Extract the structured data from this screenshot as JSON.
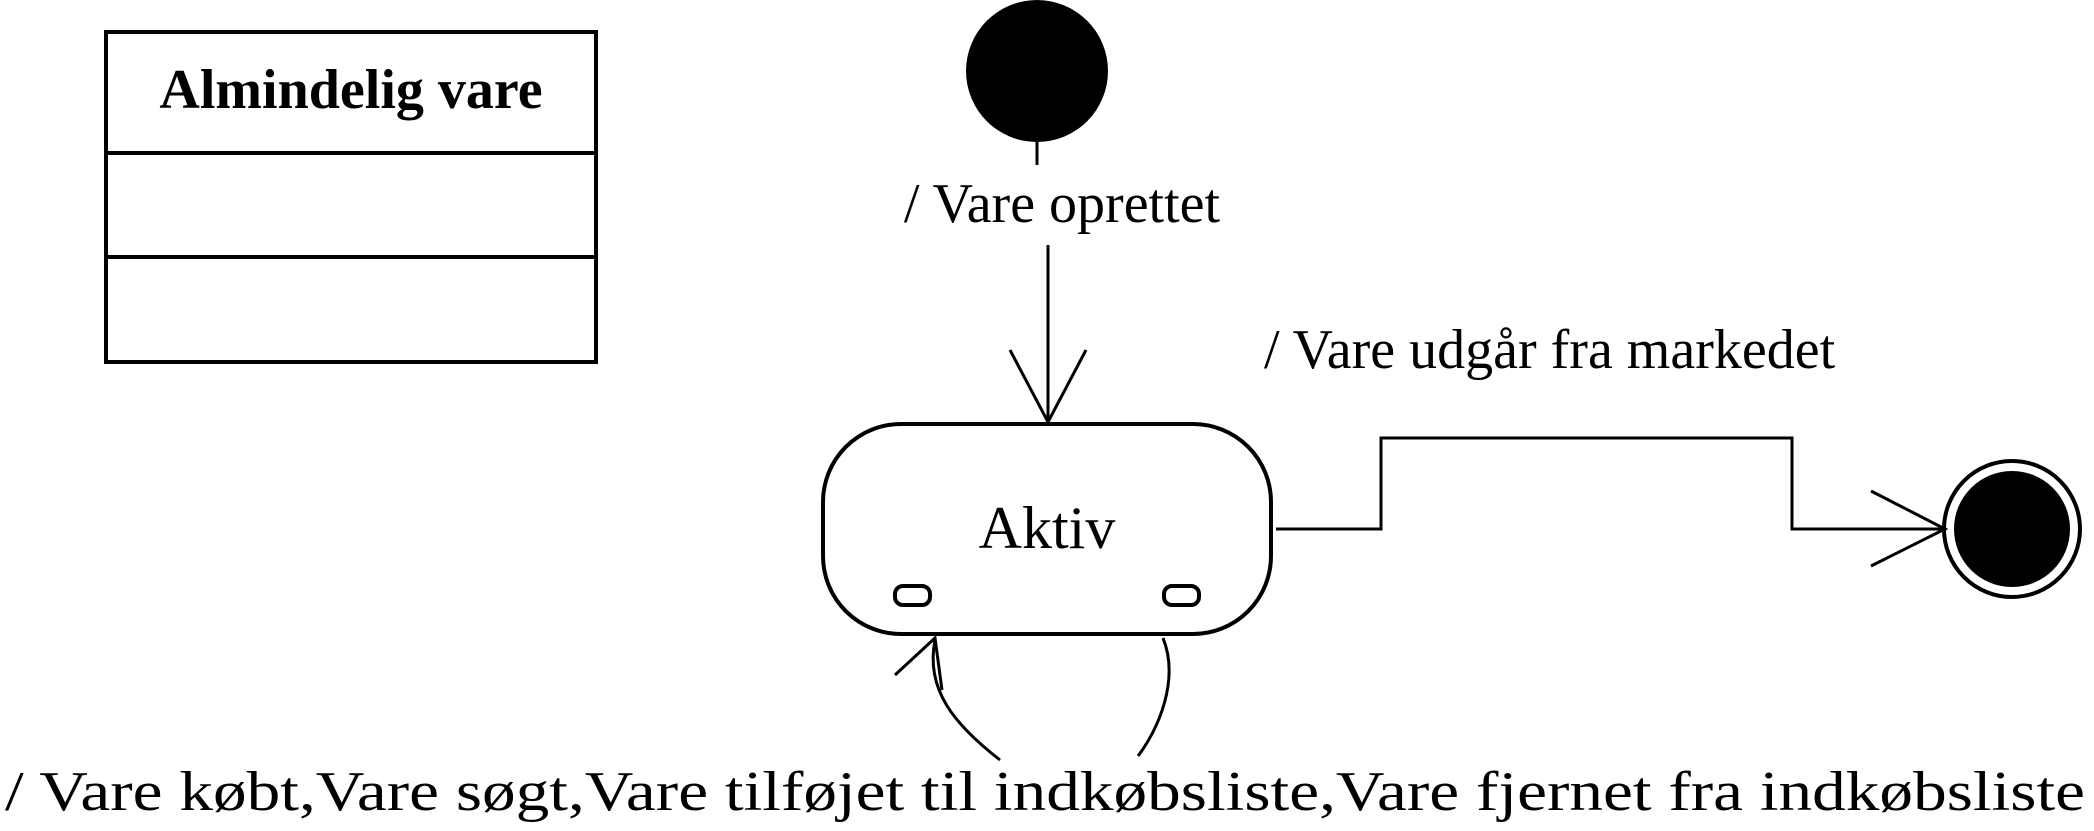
{
  "class_box": {
    "title": "Almindelig vare"
  },
  "initial_transition": {
    "label": "/ Vare oprettet"
  },
  "state": {
    "name": "Aktiv"
  },
  "exit_transition": {
    "label": "/ Vare udgår fra markedet"
  },
  "self_transition": {
    "label": "/ Vare købt,Vare søgt,Vare tilføjet til indkøbsliste,Vare fjernet fra indkøbsliste"
  },
  "colors": {
    "stroke": "#000000",
    "background": "#ffffff"
  }
}
